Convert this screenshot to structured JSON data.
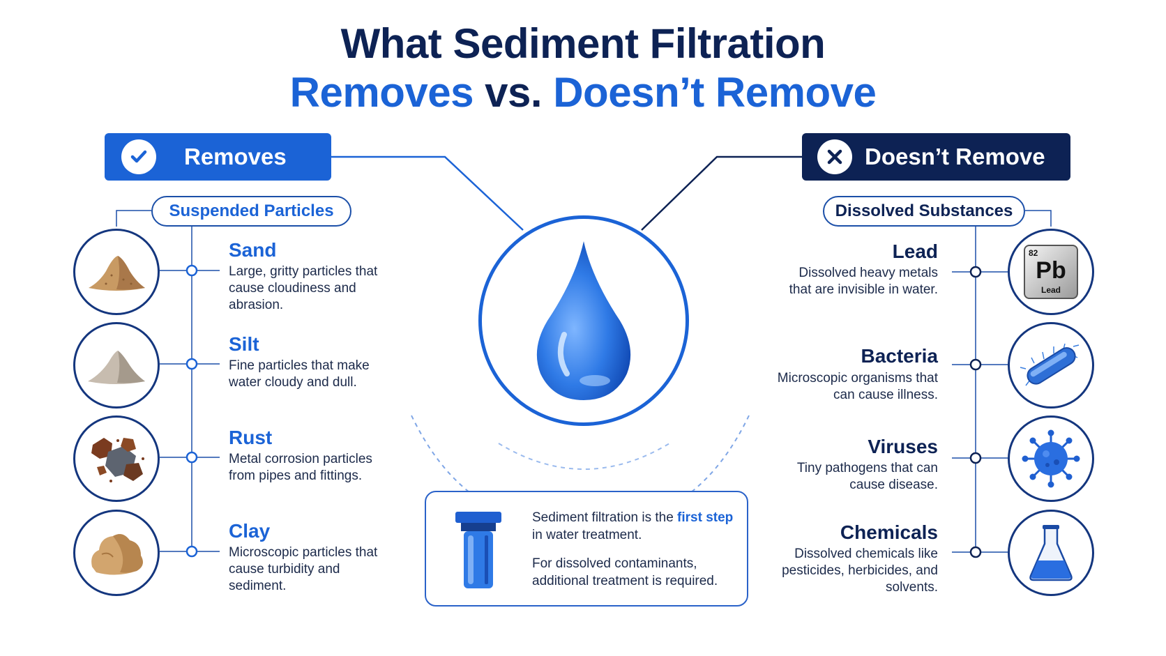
{
  "title": {
    "line1": "What Sediment Filtration",
    "removes": "Removes",
    "vs": "vs.",
    "doesnt": "Doesn’t Remove"
  },
  "left": {
    "banner": "Removes",
    "group": "Suspended Particles",
    "items": [
      {
        "title": "Sand",
        "desc": "Large, gritty particles that cause cloudiness and abrasion.",
        "icon": "sand-pile-icon"
      },
      {
        "title": "Silt",
        "desc": "Fine particles that make water cloudy and dull.",
        "icon": "silt-pile-icon"
      },
      {
        "title": "Rust",
        "desc": "Metal corrosion particles from pipes and fittings.",
        "icon": "rust-flakes-icon"
      },
      {
        "title": "Clay",
        "desc": "Microscopic particles that cause turbidity and sediment.",
        "icon": "clay-lump-icon"
      }
    ]
  },
  "right": {
    "banner": "Doesn’t Remove",
    "group": "Dissolved Substances",
    "items": [
      {
        "title": "Lead",
        "desc": "Dissolved heavy metals that are invisible in water.",
        "icon": "lead-element-icon"
      },
      {
        "title": "Bacteria",
        "desc": "Microscopic organisms that can cause illness.",
        "icon": "bacteria-icon"
      },
      {
        "title": "Viruses",
        "desc": "Tiny pathogens that can cause disease.",
        "icon": "virus-icon"
      },
      {
        "title": "Chemicals",
        "desc": "Dissolved chemicals like pesticides, herbicides, and solvents.",
        "icon": "flask-icon"
      }
    ]
  },
  "lead_tile": {
    "number": "82",
    "symbol": "Pb",
    "name": "Lead"
  },
  "info": {
    "p1_a": "Sediment filtration is the",
    "p1_highlight": "first step",
    "p1_b": "in water treatment.",
    "p2": "For dissolved contaminants, additional treatment is required."
  },
  "colors": {
    "accent": "#1b63d6",
    "navy": "#0d2254"
  }
}
